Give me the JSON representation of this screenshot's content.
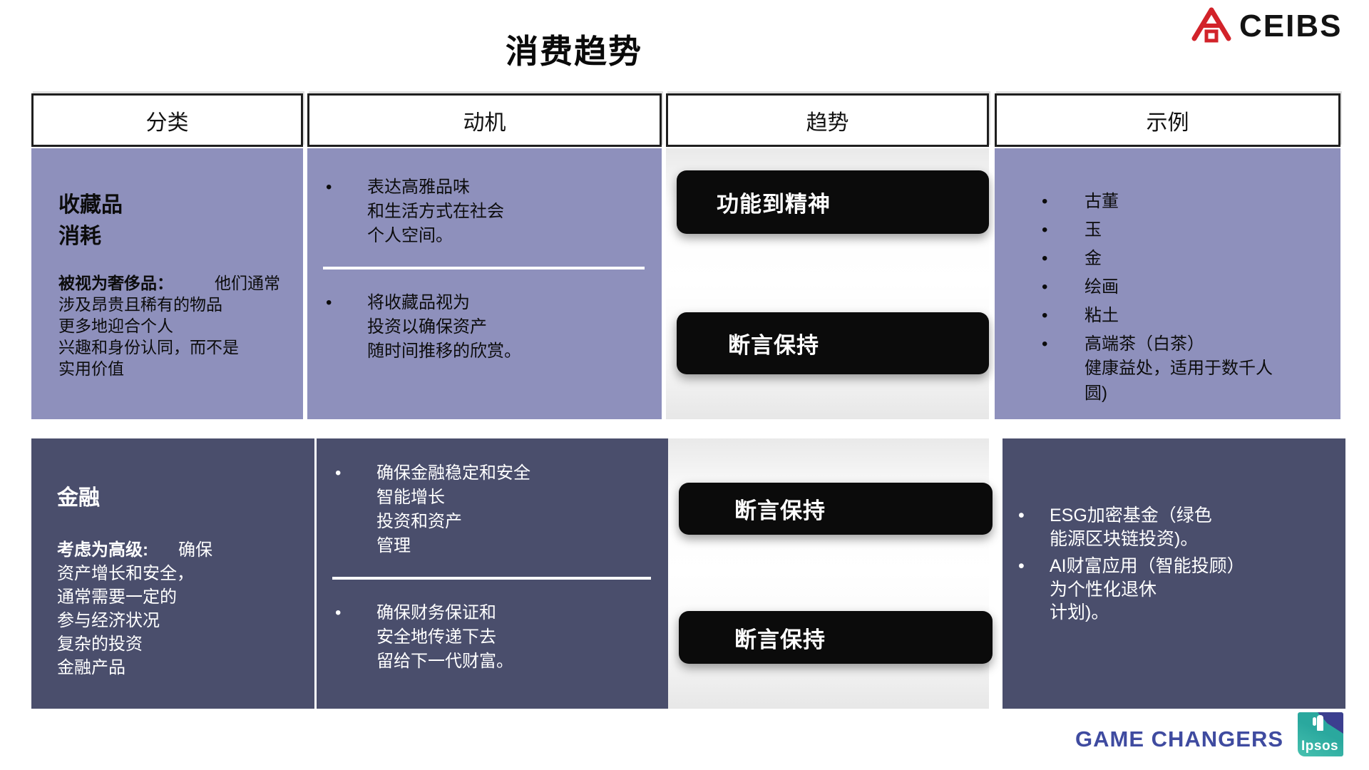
{
  "title": "消费趋势",
  "brand": {
    "name": "CEIBS"
  },
  "colors": {
    "purpleLight": "#8e90bc",
    "purpleDark": "#4a4e6c",
    "pillBlack": "#0b0b0b",
    "ceibsRed": "#d2232a",
    "accentIndigo": "#3f4ba0",
    "ipsosTeal": "#2aa89e",
    "ipsosTealLight": "#47c1af",
    "ipsosIndigo": "#3c3f8f"
  },
  "table": {
    "headers": [
      "分类",
      "动机",
      "趋势",
      "示例"
    ],
    "rows": [
      {
        "category": {
          "title": "收藏品\n消耗",
          "lead_bold": "被视为奢侈品：",
          "lead_rest": "他们通常",
          "body": "涉及昂贵且稀有的物品\n更多地迎合个人\n兴趣和身份认同，而不是\n实用价值"
        },
        "motivation": {
          "bullets": [
            "表达高雅品味\n和生活方式在社会\n个人空间。",
            "将收藏品视为\n投资以确保资产\n随时间推移的欣赏。"
          ]
        },
        "trends": [
          "功能到精神",
          "断言保持"
        ],
        "examples": [
          "古董",
          "玉",
          "金",
          "绘画",
          "粘土",
          "高端茶（白茶）\n健康益处，适用于数千人\n圆)"
        ]
      },
      {
        "category": {
          "title": "金融",
          "lead_bold": "考虑为高级:",
          "lead_rest": "确保",
          "body": "资产增长和安全，\n通常需要一定的\n参与经济状况\n复杂的投资\n金融产品"
        },
        "motivation": {
          "bullets": [
            "确保金融稳定和安全\n智能增长\n投资和资产\n管理",
            "确保财务保证和\n安全地传递下去\n留给下一代财富。"
          ]
        },
        "trends": [
          "断言保持",
          "断言保持"
        ],
        "examples": [
          "ESG加密基金（绿色\n能源区块链投资)。",
          "AI财富应用（智能投顾）\n为个性化退休\n计划)。"
        ]
      }
    ]
  },
  "footer": {
    "tagline": "GAME CHANGERS",
    "ipsos": "Ipsos"
  }
}
